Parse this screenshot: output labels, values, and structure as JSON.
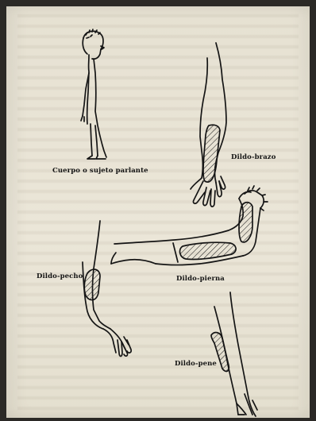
{
  "captions": {
    "sujeto": "Cuerpo o sujeto parlante",
    "brazo": "Dildo-brazo",
    "pecho": "Dildo-pecho",
    "pierna": "Dildo-pierna",
    "pene": "Dildo-pene"
  }
}
